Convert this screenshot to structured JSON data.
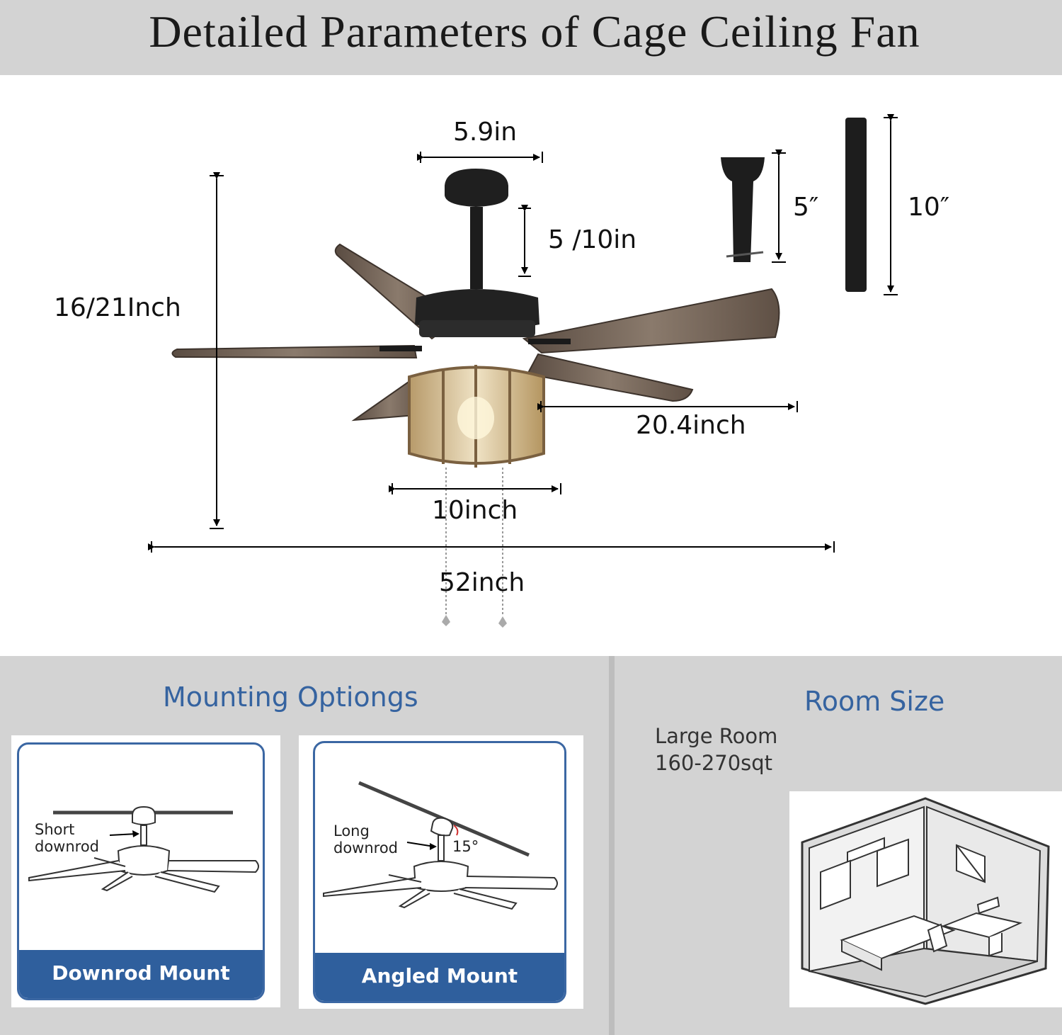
{
  "header": {
    "title": "Detailed Parameters of Cage Ceiling Fan"
  },
  "dimensions": {
    "canopy_width": "5.9in",
    "downrod_length": "5 /10in",
    "overall_height": "16/21Inch",
    "blade_length": "20.4inch",
    "light_cage_width": "10inch",
    "blade_span": "52inch",
    "short_rod": "5″",
    "long_rod": "10″"
  },
  "mounting": {
    "heading": "Mounting Optiongs",
    "downrod_card": {
      "label_line1": "Short",
      "label_line2": "downrod",
      "footer": "Downrod Mount"
    },
    "angled_card": {
      "label_line1": "Long",
      "label_line2": "downrod",
      "angle": "15°",
      "footer": "Angled Mount"
    }
  },
  "room": {
    "heading": "Room Size",
    "size_line1": "Large Room",
    "size_line2": "160-270sqt"
  },
  "colors": {
    "title_band": "#d3d3d3",
    "accent_blue": "#3563a0",
    "footer_blue": "#2f5f9d"
  }
}
